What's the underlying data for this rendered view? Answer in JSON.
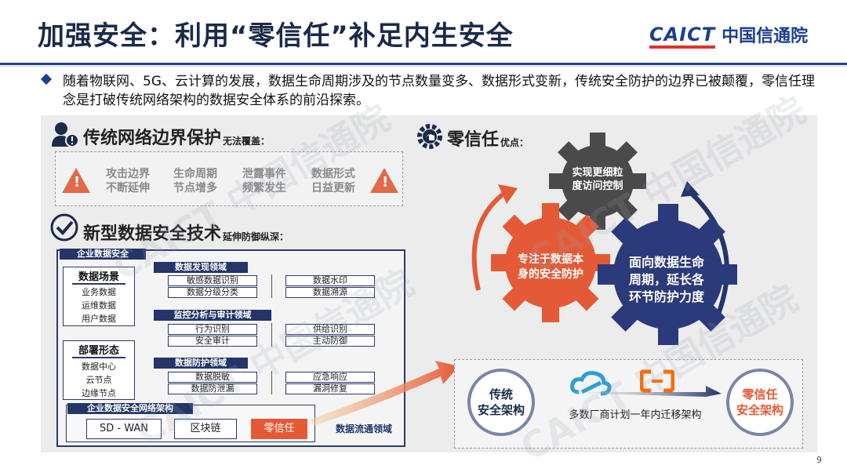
{
  "title": "加强安全：利用“零信任”补足内生安全",
  "logo": {
    "en": "CAICT",
    "cn": "中国信通院"
  },
  "lead": "随着物联网、5G、云计算的发展，数据生命周期涉及的节点数量变多、数据形式变新，传统安全防护的边界已被颠覆，零信任理念是打破传统网络架构的数据安全体系的前沿探索。",
  "traditional": {
    "heading": "传统网络边界保护",
    "suffix": "无法覆盖：",
    "issues": [
      "攻击边界\n不断延伸",
      "生命周期\n节点增多",
      "泄露事件\n频繁发生",
      "数据形式\n日益更新"
    ]
  },
  "newtech": {
    "heading": "新型数据安全技术",
    "suffix": "延伸防御纵深：",
    "enterprise": "企业数据安全",
    "scene": {
      "title": "数据场景",
      "items": [
        "业务数据",
        "运维数据",
        "用户数据"
      ]
    },
    "deploy": {
      "title": "部署形态",
      "items": [
        "数据中心",
        "云节点",
        "边缘节点"
      ]
    },
    "discovery": {
      "title": "数据发现领域",
      "left": [
        "敏感数据识别",
        "数据分级分类"
      ],
      "right": [
        "数据水印",
        "数据溯源"
      ]
    },
    "monitor": {
      "title": "监控分析与审计领域",
      "left": [
        "行为识别",
        "安全审计"
      ],
      "right": [
        "供给识别",
        "主动防御"
      ]
    },
    "protect": {
      "title": "数据防护领域",
      "left": [
        "数据脱敏",
        "数据防泄漏"
      ],
      "right": [
        "应急响应",
        "漏洞修复"
      ]
    },
    "network": {
      "title": "企业数据安全网络架构",
      "items": [
        "SD - WAN",
        "区块链",
        "零信任"
      ]
    },
    "flow": "数据流通领域"
  },
  "zerotrust": {
    "heading": "零信任",
    "suffix": "优点：",
    "gear_top": "实现更细粒\n度访问控制",
    "gear_left": "专注于数据本\n身的安全防护",
    "gear_right": "面向数据生命\n周期，延长各\n环节防护力度"
  },
  "migration": {
    "from": "传统\n安全架构",
    "to": "零信任\n安全架构",
    "caption": "多数厂商计划一年内迁移架构"
  },
  "watermark": "CAICT 中国信通院",
  "page": "9",
  "colors": {
    "navy": "#233569",
    "orange": "#e55a36",
    "gray_gear": "#4a4a4a",
    "blue_gear": "#2b3a7a"
  }
}
